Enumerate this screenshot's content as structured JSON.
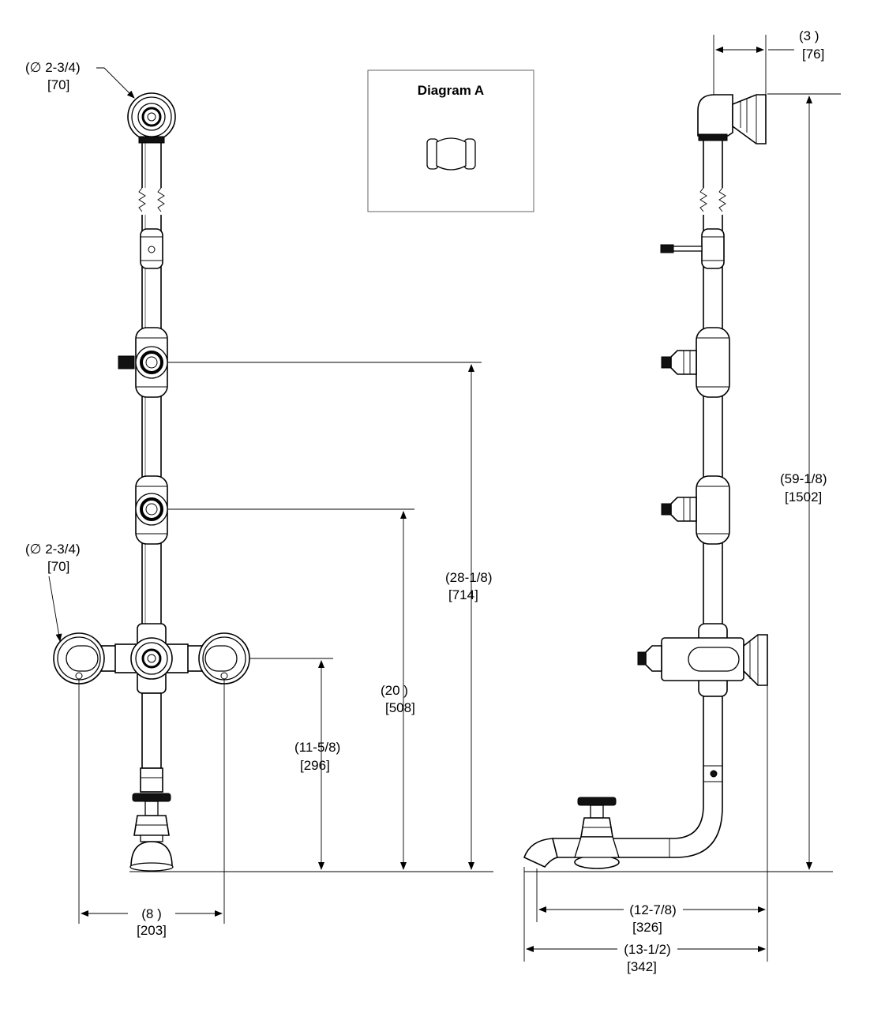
{
  "diagram": {
    "box_title": "Diagram A",
    "dimensions": {
      "dia_top_inch": "(∅ 2-3/4)",
      "dia_top_mm": "[70]",
      "dia_mid_inch": "(∅ 2-3/4)",
      "dia_mid_mm": "[70]",
      "width_8_inch": "(8    )",
      "width_8_mm": "[203]",
      "h_11_inch": "(11-5/8)",
      "h_11_mm": "[296]",
      "h_20_inch": "(20    )",
      "h_20_mm": "[508]",
      "h_28_inch": "(28-1/8)",
      "h_28_mm": "[714]",
      "top_3_inch": "(3    )",
      "top_3_mm": "[76]",
      "h_59_inch": "(59-1/8)",
      "h_59_mm": "[1502]",
      "w_12_inch": "(12-7/8)",
      "w_12_mm": "[326]",
      "w_13_inch": "(13-1/2)",
      "w_13_mm": "[342]"
    }
  }
}
